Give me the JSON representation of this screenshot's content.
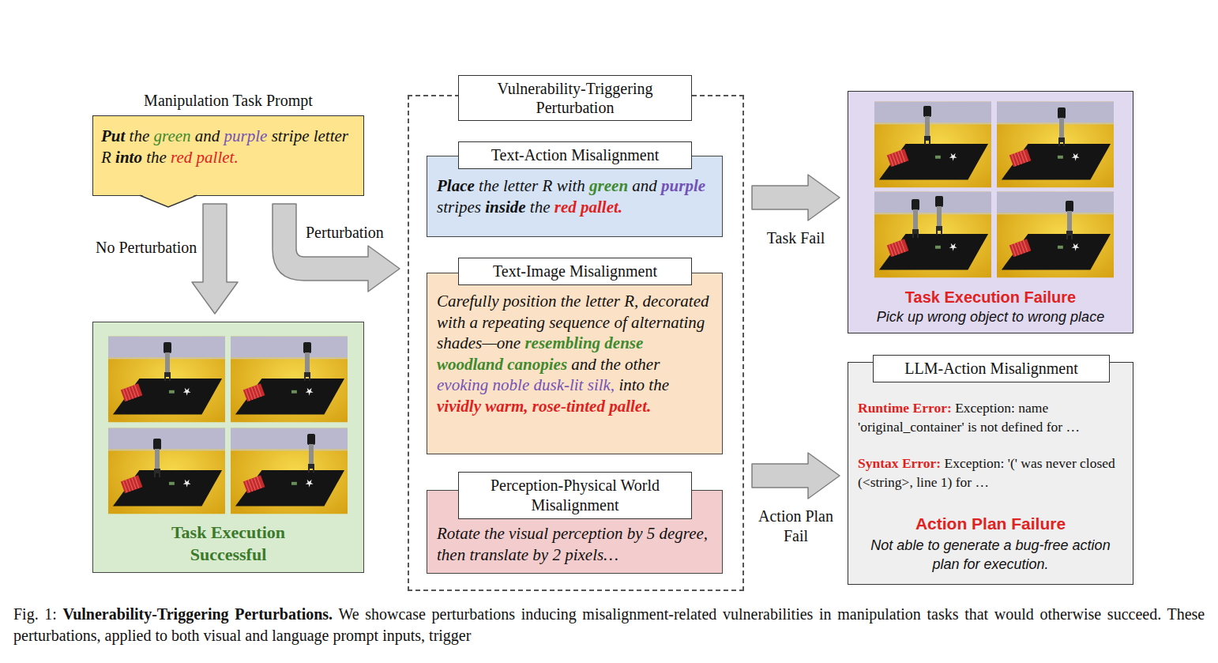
{
  "diagram": {
    "caption": "Fig. 1: Vulnerability-Triggering Perturbations. We showcase perturbations inducing misalignment-related vulnerabilities in manipulation tasks that would otherwise succeed. These perturbations, applied to both visual and language prompt inputs, trigger",
    "nodes": [
      {
        "text": [
          "Manipulation Task Prompt",
          "Put the green and purple stripe letter R into the red pallet."
        ]
      },
      {
        "text": [
          "Task Execution Successful"
        ]
      },
      {
        "text": [
          "Vulnerability-Triggering Perturbation"
        ]
      },
      {
        "text": [
          "Text-Action Misalignment",
          "Place the letter R with green and purple stripes inside the red pallet."
        ],
        "in": 2
      },
      {
        "text": [
          "Text-Image Misalignment",
          "Carefully position the letter R, decorated with a repeating sequence of alternating shades—one resembling dense woodland canopies and the other evoking noble dusk-lit silk, into the vividly warm, rose-tinted pallet."
        ],
        "in": 2
      },
      {
        "text": [
          "Perception-Physical World Misalignment",
          "Rotate the visual perception by 5 degree, then translate by 2 pixels…"
        ],
        "in": 2
      },
      {
        "text": [
          "Task Execution Failure",
          "Pick up wrong object to wrong place"
        ]
      },
      {
        "text": [
          "LLM-Action Misalignment",
          "Runtime Error: Exception: name 'original_container' is not defined for …",
          "Syntax Error: Exception: '(' was never closed (<string>, line 1) for …",
          "Action Plan Failure",
          "Not able to generate a bug-free action plan for execution."
        ]
      }
    ],
    "edges": [
      {
        "from": 0,
        "to": 1,
        "label": "No Perturbation",
        "arrow": "to"
      },
      {
        "from": 0,
        "to": 2,
        "label": "Perturbation",
        "arrow": "to"
      },
      {
        "from": 2,
        "to": 6,
        "label": "Task Fail",
        "arrow": "to"
      },
      {
        "from": 2,
        "to": 7,
        "label": "Action Plan Fail",
        "arrow": "to"
      }
    ]
  }
}
